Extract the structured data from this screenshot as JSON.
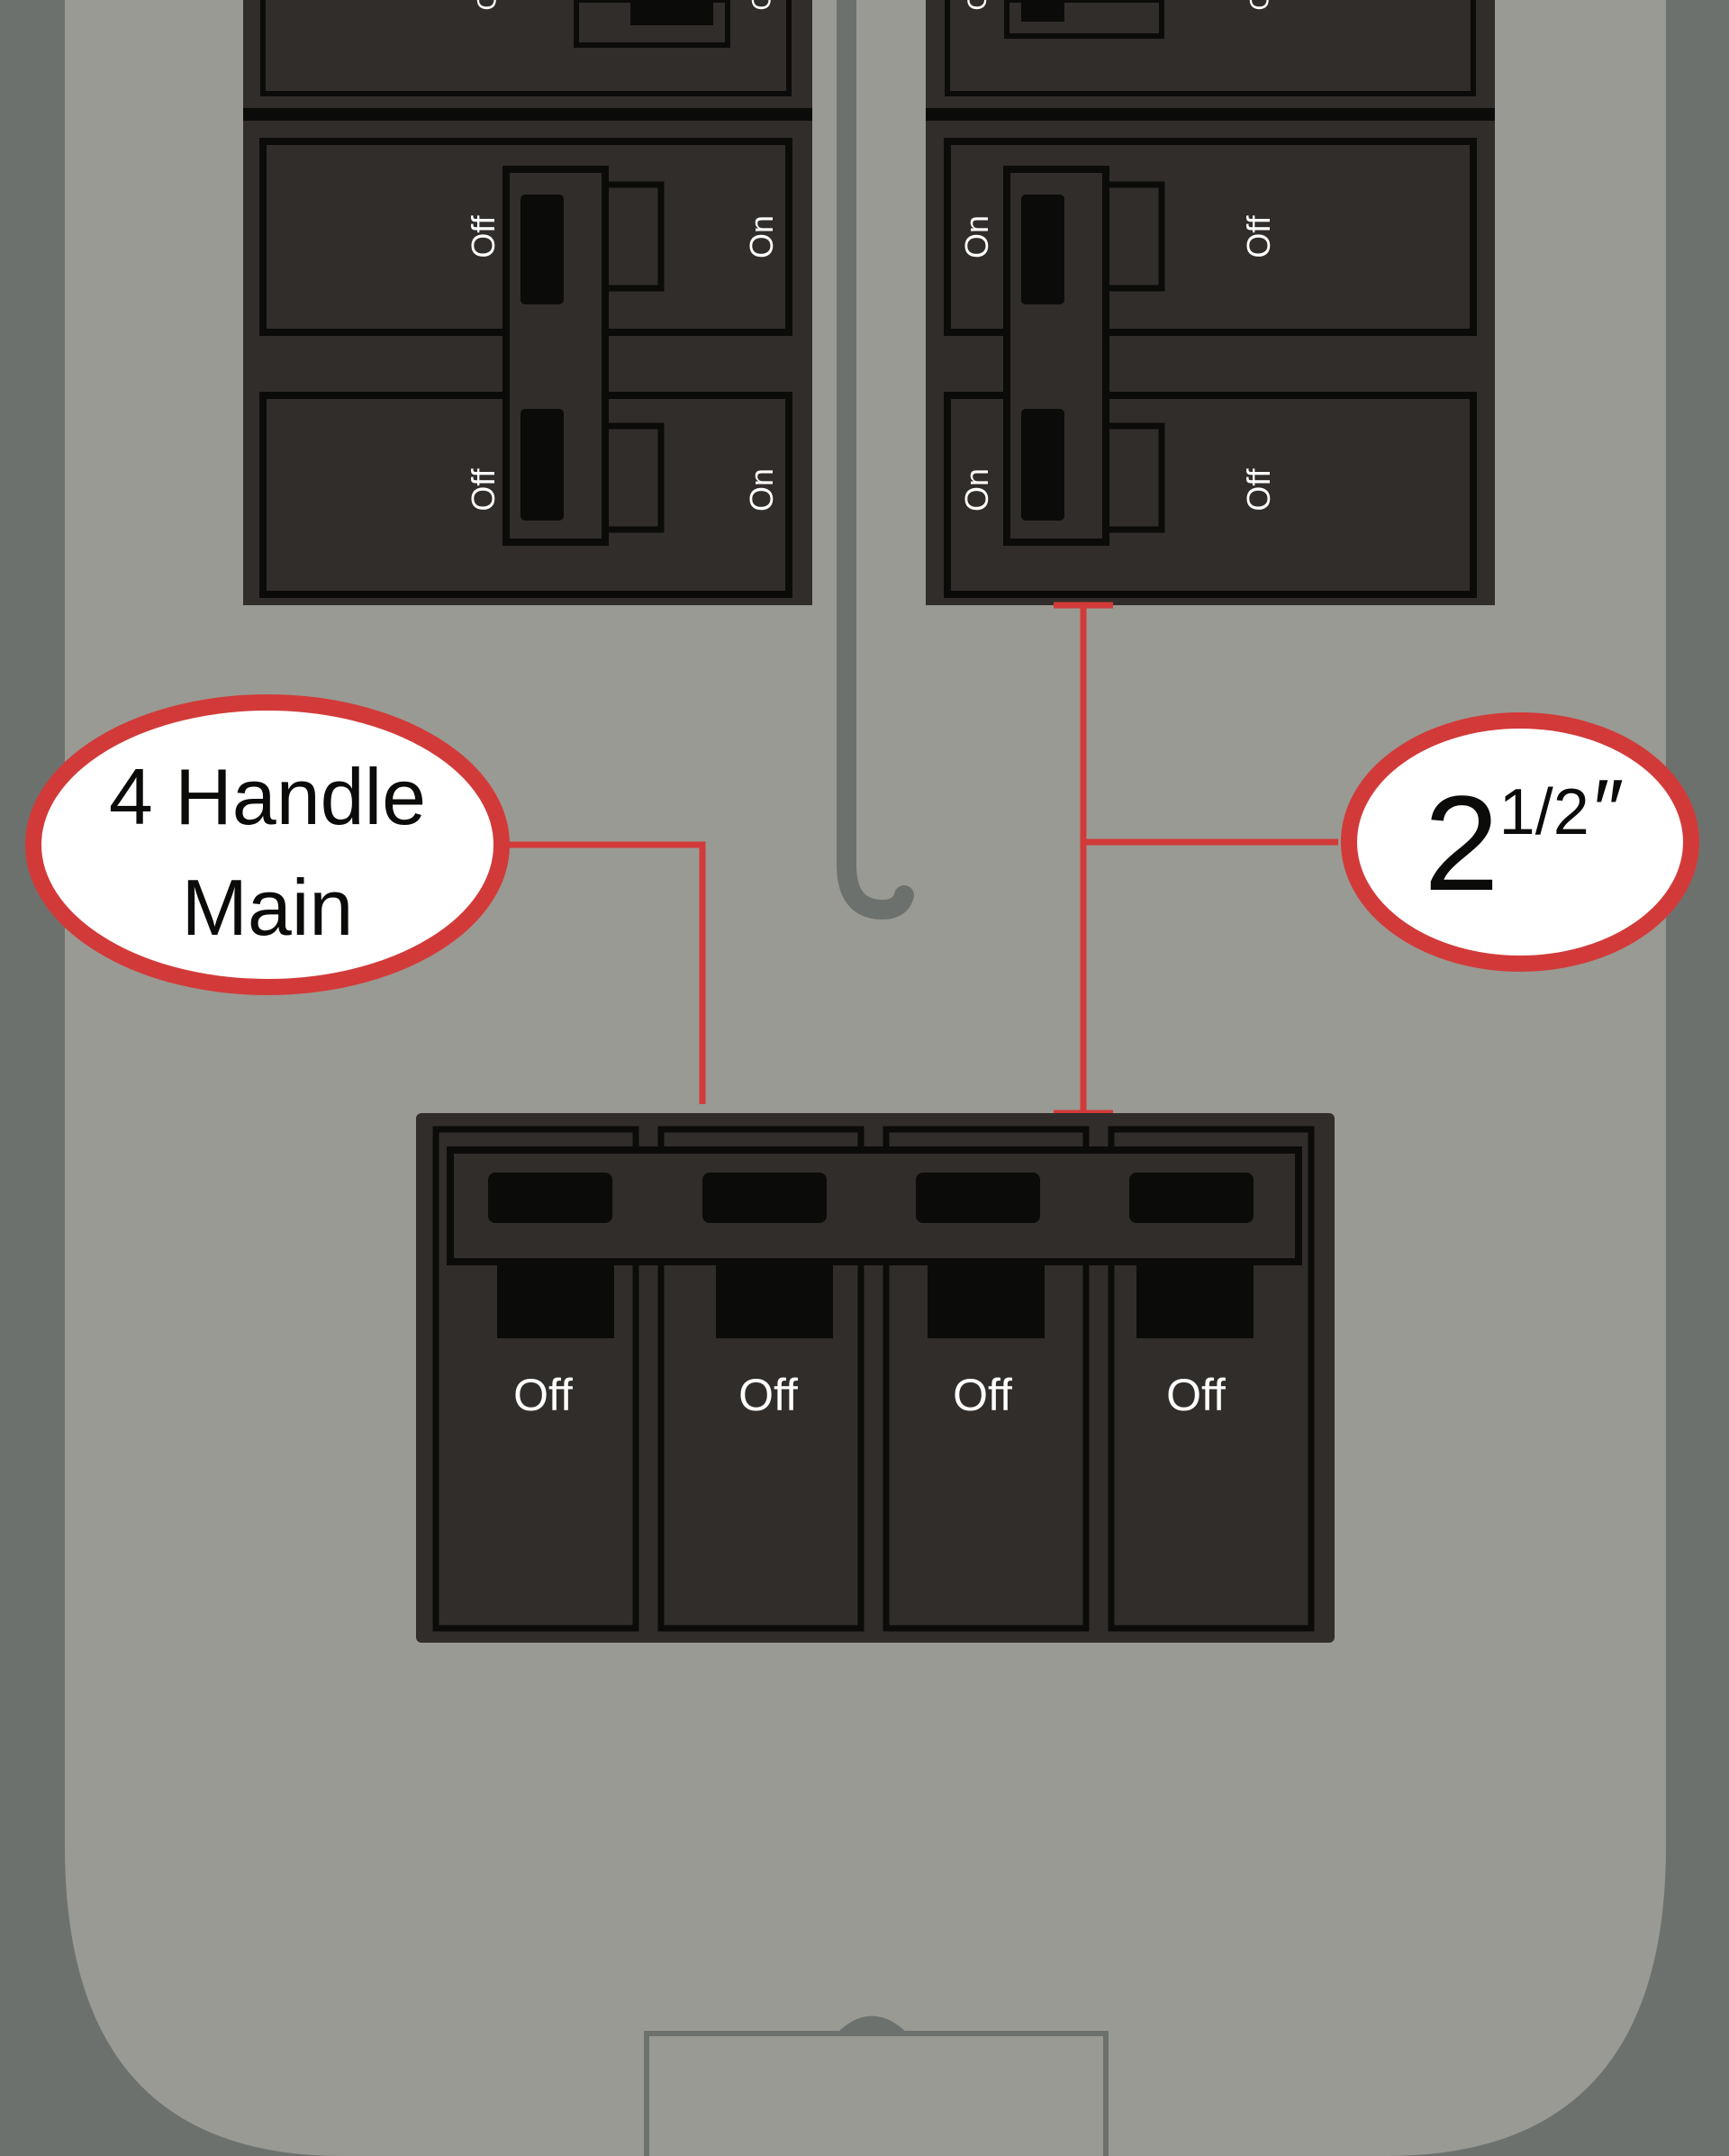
{
  "colors": {
    "enclosure": "#6d716e",
    "panel": "#999a93",
    "breaker_body": "#312d2a",
    "breaker_dark": "#0b0b0a",
    "callout_red": "#d23a39",
    "label_white": "#ffffff"
  },
  "left_breaker_pair": {
    "upper_off_label": "Off",
    "upper_on_label": "On",
    "lower_off_label": "Off",
    "lower_on_label": "On",
    "partial_top_left": "O",
    "partial_top_right": "O"
  },
  "right_breaker_pair": {
    "upper_on_label": "On",
    "upper_off_label": "Off",
    "lower_on_label": "On",
    "lower_off_label": "Off",
    "partial_top_left": "O",
    "partial_top_right": "O"
  },
  "main_breaker": {
    "handle_count": 4,
    "handles": [
      {
        "label": "Off"
      },
      {
        "label": "Off"
      },
      {
        "label": "Off"
      },
      {
        "label": "Off"
      }
    ]
  },
  "callouts": {
    "handle_callout": {
      "line1": "4 Handle",
      "line2": "Main"
    },
    "spacing_callout": {
      "whole": "2",
      "fraction": "1/2",
      "unit": "″"
    }
  }
}
